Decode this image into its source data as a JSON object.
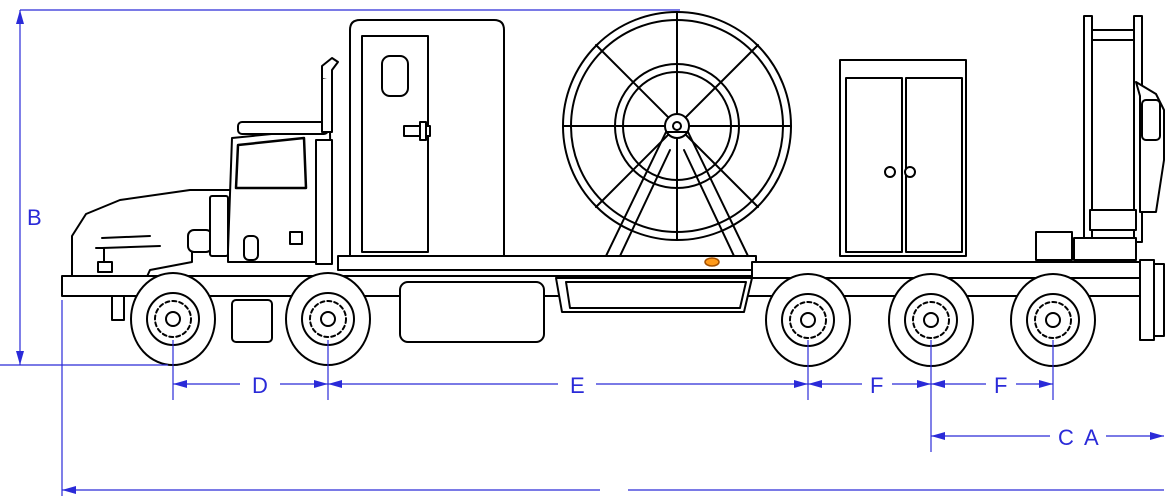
{
  "colors": {
    "dimension": "#2a2ad8",
    "line": "#000000",
    "background": "#ffffff",
    "marker_light": "#ff9a1a"
  },
  "labels": {
    "A": "A",
    "B": "B",
    "C": "C",
    "D": "D",
    "E": "E",
    "F1": "F",
    "F2": "F"
  }
}
